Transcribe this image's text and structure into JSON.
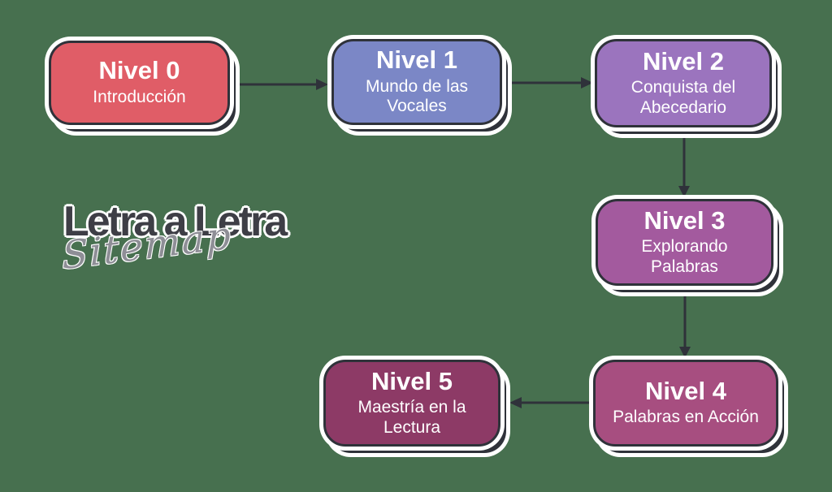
{
  "background_color": "#47704F",
  "palette": {
    "ink": "#2F323A",
    "halo": "#FFFFFF",
    "node_text": "#FFFFFF",
    "logo_ink": "#3E3E46",
    "script_ink": "#8E8E96"
  },
  "logo": {
    "title": "Letra a Letra",
    "subtitle_script": "Sitemap"
  },
  "nodes": [
    {
      "id": "nivel-0",
      "title": "Nivel 0",
      "subtitle": "Introducción",
      "color": "#E05D67"
    },
    {
      "id": "nivel-1",
      "title": "Nivel 1",
      "subtitle": "Mundo de las\nVocales",
      "color": "#7B87C6"
    },
    {
      "id": "nivel-2",
      "title": "Nivel 2",
      "subtitle": "Conquista del\nAbecedario",
      "color": "#9B74BE"
    },
    {
      "id": "nivel-3",
      "title": "Nivel 3",
      "subtitle": "Explorando\nPalabras",
      "color": "#A35A9E"
    },
    {
      "id": "nivel-4",
      "title": "Nivel 4",
      "subtitle": "Palabras en Acción",
      "color": "#A74E80"
    },
    {
      "id": "nivel-5",
      "title": "Nivel 5",
      "subtitle": "Maestría en la\nLectura",
      "color": "#8D3A66"
    }
  ],
  "edges": [
    {
      "from": "nivel-0",
      "to": "nivel-1",
      "direction": "right"
    },
    {
      "from": "nivel-1",
      "to": "nivel-2",
      "direction": "right"
    },
    {
      "from": "nivel-2",
      "to": "nivel-3",
      "direction": "down"
    },
    {
      "from": "nivel-3",
      "to": "nivel-4",
      "direction": "down"
    },
    {
      "from": "nivel-4",
      "to": "nivel-5",
      "direction": "left"
    }
  ]
}
